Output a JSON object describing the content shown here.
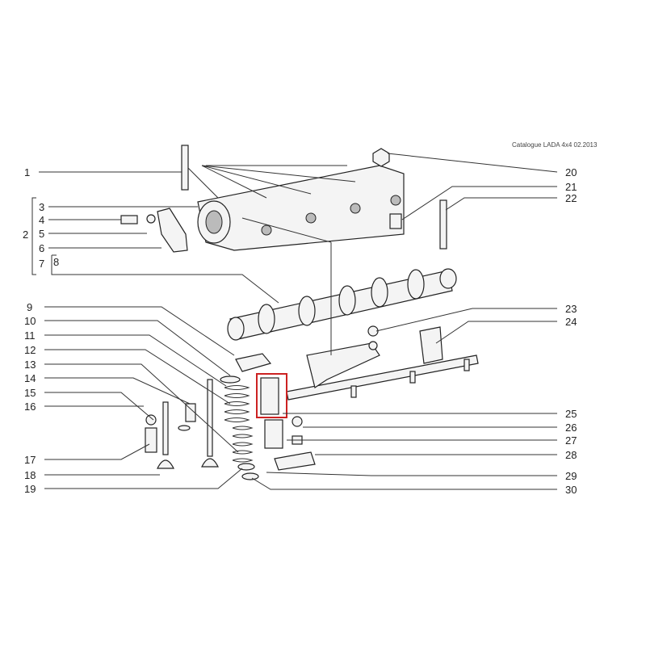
{
  "header": {
    "catalogue": "Catalogue LADA 4x4  02.2013"
  },
  "highlight_color": "#cc2222",
  "highlighted_part": "25",
  "callouts_left": [
    "1",
    "2",
    "3",
    "4",
    "5",
    "6",
    "7",
    "8",
    "9",
    "10",
    "11",
    "12",
    "13",
    "14",
    "15",
    "16",
    "17",
    "18",
    "19"
  ],
  "callouts_right": [
    "20",
    "21",
    "22",
    "23",
    "24",
    "25",
    "26",
    "27",
    "28",
    "29",
    "30"
  ]
}
